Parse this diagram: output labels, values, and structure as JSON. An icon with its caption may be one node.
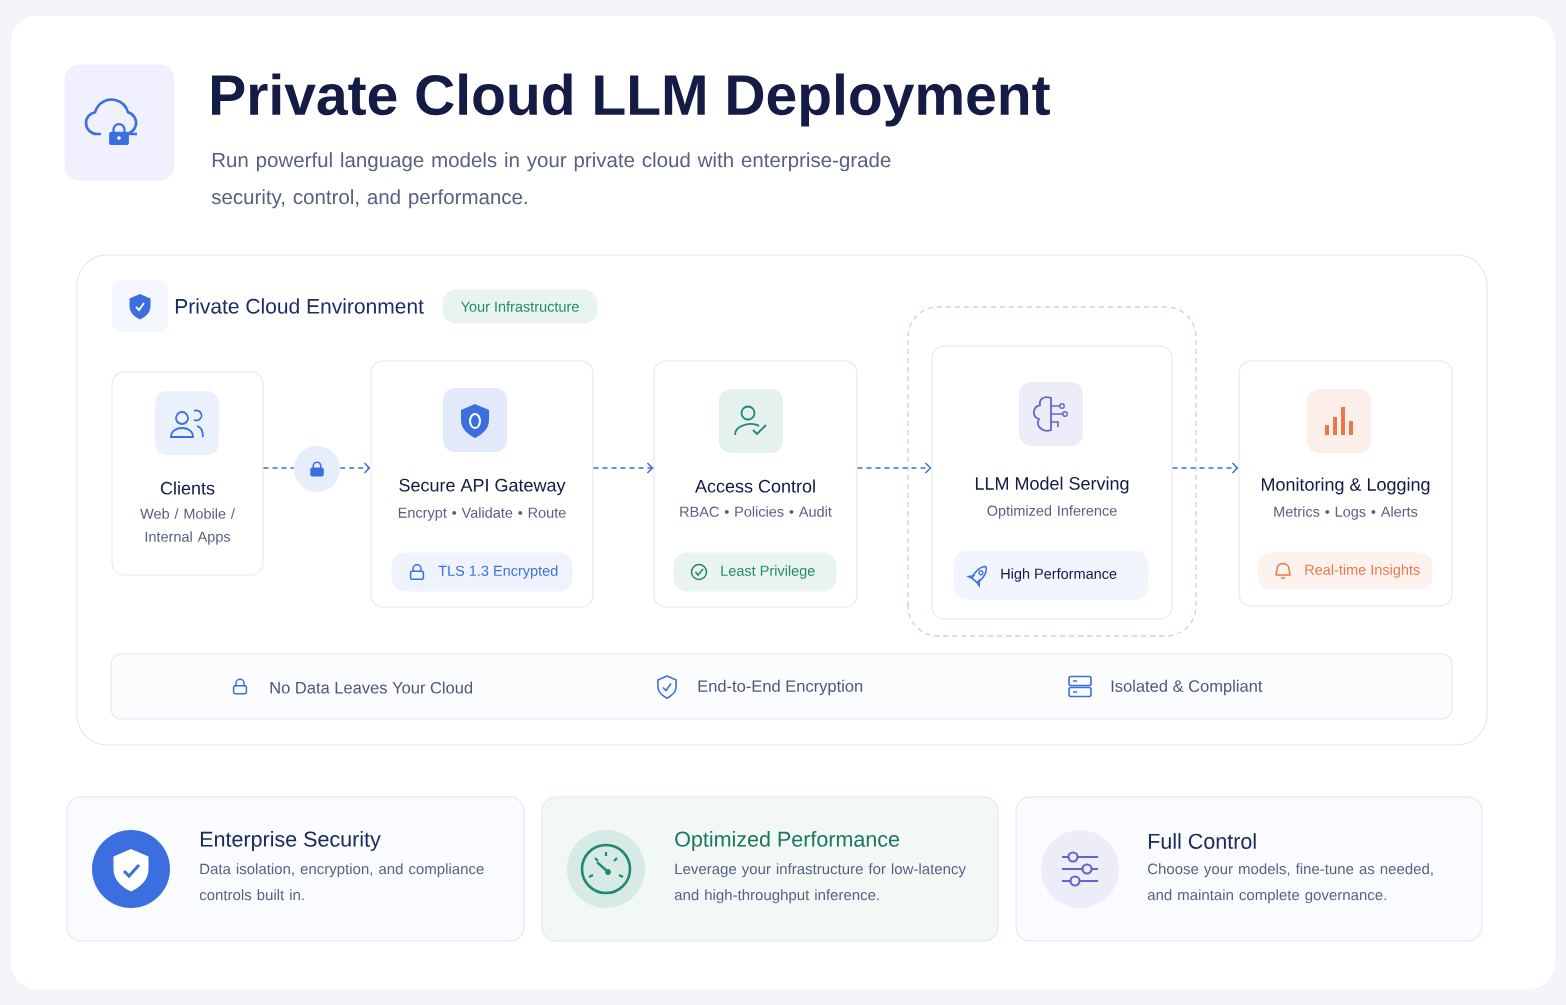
{
  "diagram": {
    "title": "Private Cloud LLM Deployment",
    "labels": [
      "Run powerful language models in your private cloud with enterprise-grade security, control, and performance."
    ],
    "nodes": [
      {
        "text": [
          "Private Cloud Environment"
        ]
      },
      {
        "text": [
          "Your Infrastructure"
        ],
        "in": 0
      },
      {
        "text": [
          "Clients",
          "Web / Mobile / Internal Apps"
        ],
        "in": 0
      },
      {
        "text": [],
        "shape": "circle",
        "in": 0
      },
      {
        "text": [
          "Secure API Gateway",
          "Encrypt • Validate • Route"
        ],
        "in": 0
      },
      {
        "text": [
          "TLS 1.3 Encrypted"
        ],
        "in": 4
      },
      {
        "text": [
          "Access Control",
          "RBAC • Policies • Audit"
        ],
        "in": 0
      },
      {
        "text": [
          "Least Privilege"
        ],
        "in": 6
      },
      {
        "text": [
          "LLM Model Serving",
          "Optimized Inference"
        ],
        "in": 0
      },
      {
        "text": [
          "High Performance"
        ],
        "in": 8
      },
      {
        "text": [
          "Monitoring & Logging",
          "Metrics • Logs • Alerts"
        ],
        "in": 0
      },
      {
        "text": [
          "Real-time Insights"
        ],
        "in": 10
      },
      {
        "text": [
          "No Data Leaves Your Cloud",
          "End-to-End Encryption",
          "Isolated & Compliant"
        ],
        "in": 0
      },
      {
        "text": [
          "Enterprise Security",
          "Data isolation, encryption, and compliance controls built in."
        ]
      },
      {
        "text": [
          "Optimized Performance",
          "Leverage your infrastructure for low-latency and high-throughput inference."
        ]
      },
      {
        "text": [
          "Full Control",
          "Choose your models, fine-tune as needed, and maintain complete governance."
        ]
      }
    ],
    "edges": [
      {
        "from": 2,
        "to": 3,
        "arrow": "none",
        "style": "dashed"
      },
      {
        "from": 3,
        "to": 4,
        "arrow": "to",
        "style": "dashed"
      },
      {
        "from": 4,
        "to": 6,
        "arrow": "to",
        "style": "dashed"
      },
      {
        "from": 6,
        "to": 8,
        "arrow": "to",
        "style": "dashed"
      },
      {
        "from": 8,
        "to": 10,
        "arrow": "to",
        "style": "dashed"
      }
    ]
  }
}
